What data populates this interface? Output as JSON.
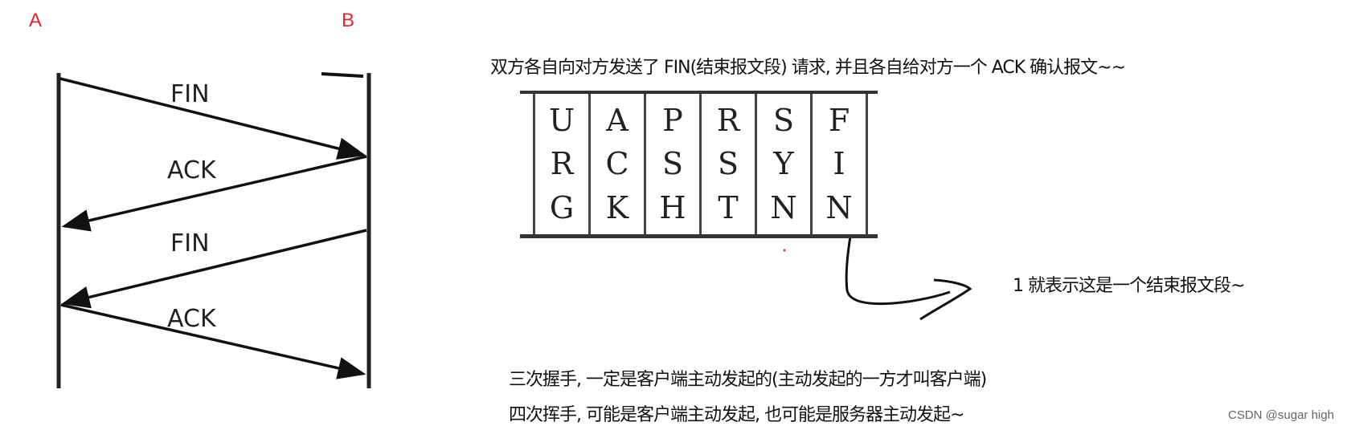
{
  "sequence_diagram": {
    "endpoint_a": "A",
    "endpoint_b": "B",
    "messages": [
      {
        "label": "FIN",
        "from": "A",
        "to": "B"
      },
      {
        "label": "ACK",
        "from": "B",
        "to": "A"
      },
      {
        "label": "FIN",
        "from": "B",
        "to": "A"
      },
      {
        "label": "ACK",
        "from": "A",
        "to": "B"
      }
    ],
    "accent_color": "#e8242c"
  },
  "notes": {
    "header": "双方各自向对方发送了 FIN(结束报文段) 请求, 并且各自给对方一个 ACK 确认报文~~",
    "fin_note": "1 就表示这是一个结束报文段~",
    "line1": "三次握手, 一定是客户端主动发起的(主动发起的一方才叫客户端)",
    "line2": "四次挥手, 可能是客户端主动发起, 也可能是服务器主动发起~"
  },
  "flags_table": {
    "columns": [
      [
        "U",
        "R",
        "G"
      ],
      [
        "A",
        "C",
        "K"
      ],
      [
        "P",
        "S",
        "H"
      ],
      [
        "R",
        "S",
        "T"
      ],
      [
        "S",
        "Y",
        "N"
      ],
      [
        "F",
        "I",
        "N"
      ]
    ]
  },
  "watermark": "CSDN @sugar high"
}
